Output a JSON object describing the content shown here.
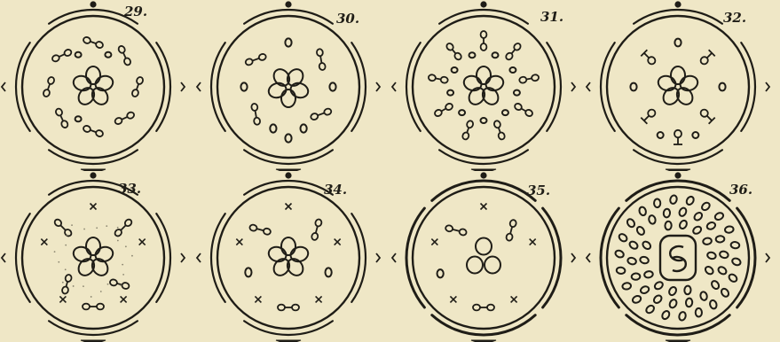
{
  "plate": {
    "background": "#efe7c6",
    "ink": "#1f1d17",
    "figures": [
      {
        "number": "29.",
        "variant": "full-dumbbells"
      },
      {
        "number": "30.",
        "variant": "dumbbells-ovals"
      },
      {
        "number": "31.",
        "variant": "dense-dumbbells"
      },
      {
        "number": "32.",
        "variant": "t-marks"
      },
      {
        "number": "33.",
        "variant": "crosses-dotted"
      },
      {
        "number": "34.",
        "variant": "crosses"
      },
      {
        "number": "35.",
        "variant": "reduced-three"
      },
      {
        "number": "36.",
        "variant": "ring-of-ovals"
      }
    ]
  }
}
